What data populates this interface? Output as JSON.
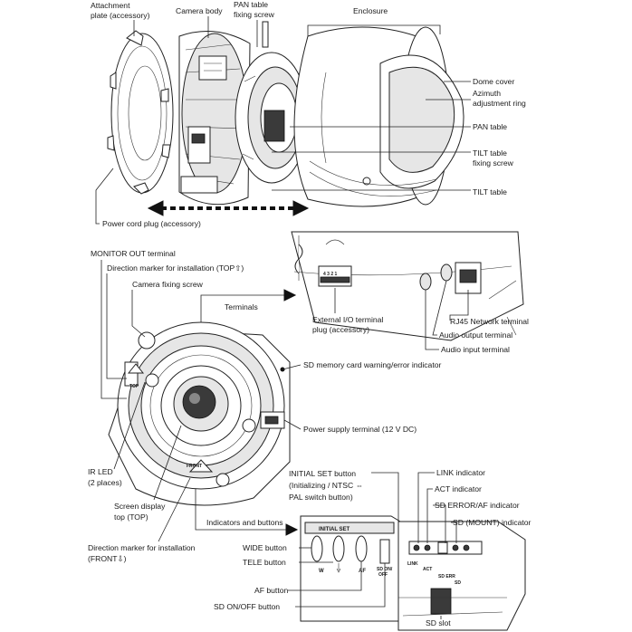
{
  "labels": {
    "attachment_plate": [
      "Attachment",
      "plate (accessory)"
    ],
    "camera_body": "Camera body",
    "pan_table_screw": [
      "PAN table",
      "fixing screw"
    ],
    "enclosure": "Enclosure",
    "dome_cover": "Dome cover",
    "azimuth_ring": [
      "Azimuth",
      "adjustment ring"
    ],
    "pan_table": "PAN table",
    "tilt_table_screw": [
      "TILT table",
      "fixing screw"
    ],
    "tilt_table": "TILT table",
    "power_cord_plug": "Power cord plug (accessory)",
    "monitor_out": "MONITOR OUT terminal",
    "direction_marker_top": "Direction marker for installation (TOP⇧)",
    "camera_fixing_screw": "Camera fixing screw",
    "terminals": "Terminals",
    "external_io": [
      "External I/O terminal",
      "plug (accessory)"
    ],
    "rj45": "RJ45 Network terminal",
    "audio_output": "Audio output terminal",
    "audio_input": "Audio input terminal",
    "sd_warning": "SD memory card warning/error indicator",
    "power_supply": "Power supply terminal (12 V DC)",
    "ir_led": [
      "IR LED",
      "(2 places)"
    ],
    "screen_display_top": [
      "Screen display",
      "top (TOP)"
    ],
    "direction_marker_front": [
      "Direction marker for installation",
      "(FRONT⇩)"
    ],
    "indicators_buttons": "Indicators and buttons",
    "initial_set": [
      "INITIAL SET button",
      "(Initializing / NTSC ⇔",
      "PAL switch button)"
    ],
    "link_indicator": "LINK indicator",
    "act_indicator": "ACT indicator",
    "sd_error_af": "SD ERROR/AF indicator",
    "sd_mount": "SD (MOUNT) indicator",
    "wide_button": "WIDE button",
    "tele_button": "TELE button",
    "af_button": "AF button",
    "sd_onoff_button": "SD ON/OFF button",
    "sd_slot": "SD slot"
  },
  "panel_text": {
    "initial_set": "INITIAL SET",
    "w": "W",
    "af": "AF",
    "sd_onoff": [
      "SD ON/",
      "OFF"
    ],
    "link": "LINK",
    "act": "ACT",
    "sd_err": "SD ERR",
    "sd_mount": "SD",
    "top_mark": "TOP",
    "front_mark": "FRONT",
    "term_nums": "4 3 2 1"
  }
}
